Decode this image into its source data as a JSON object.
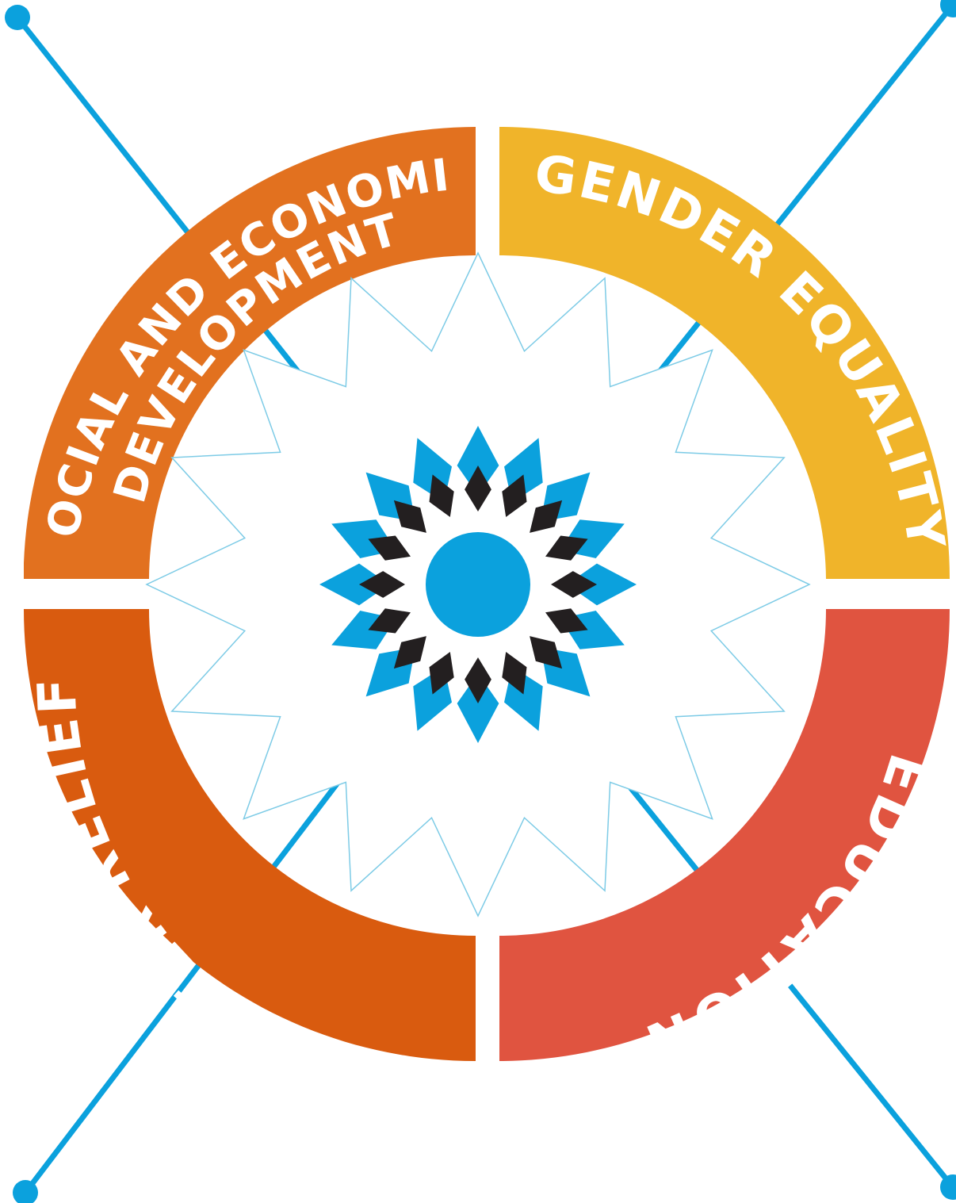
{
  "segments": {
    "top_left": {
      "line1": "SOCIAL AND ECONOMIC",
      "line2": "DEVELOPMENT"
    },
    "top_right": {
      "label": "GENDER EQUALITY"
    },
    "bottom_right": {
      "label": "EDUCATION"
    },
    "bottom_left": {
      "label": "DISASTER RELIEF"
    }
  },
  "colors": {
    "social_economic": "#e2711f",
    "gender_equality": "#f0b42a",
    "education": "#e05440",
    "disaster_relief": "#d95b0f",
    "blue": "#0ba1dd",
    "black": "#231f20",
    "star_outline": "#7dcbe6",
    "background": "#ffffff"
  }
}
